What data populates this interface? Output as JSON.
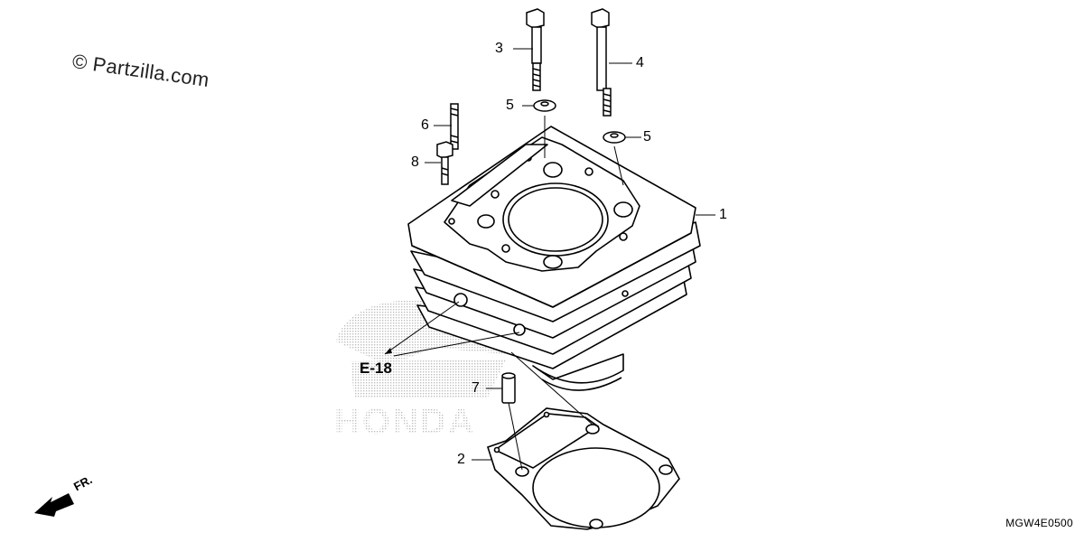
{
  "watermark": "© Partzilla.com",
  "reference": "E-18",
  "front_marker": "FR.",
  "diagram_code": "MGW4E0500",
  "callouts": {
    "c1": "1",
    "c2": "2",
    "c3": "3",
    "c4": "4",
    "c5a": "5",
    "c5b": "5",
    "c6": "6",
    "c7": "7",
    "c8": "8"
  },
  "line_color": "#000000",
  "shade_color": "#bdbdbd"
}
